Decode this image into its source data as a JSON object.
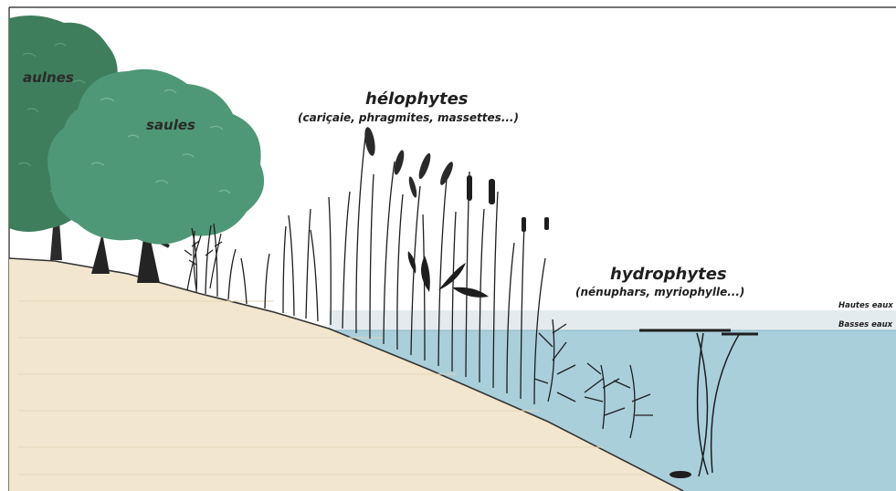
{
  "labels": {
    "aulnes": "aulnes",
    "saules": "saules",
    "helophytes_title": "hélophytes",
    "helophytes_sub": "(cariçaie, phragmites, massettes...)",
    "hydrophytes_title": "hydrophytes",
    "hydrophytes_sub": "(nénuphars, myriophylle...)",
    "hautes_eaux": "Hautes eaux",
    "basses_eaux": "Basses eaux"
  },
  "colors": {
    "alder": "#3f7e5c",
    "willow": "#4f9877",
    "bank": "#f1e5cd",
    "water": "#a8cfdb",
    "high_water_band": "#e6edf0",
    "plant_ink": "#1e1e1e"
  }
}
